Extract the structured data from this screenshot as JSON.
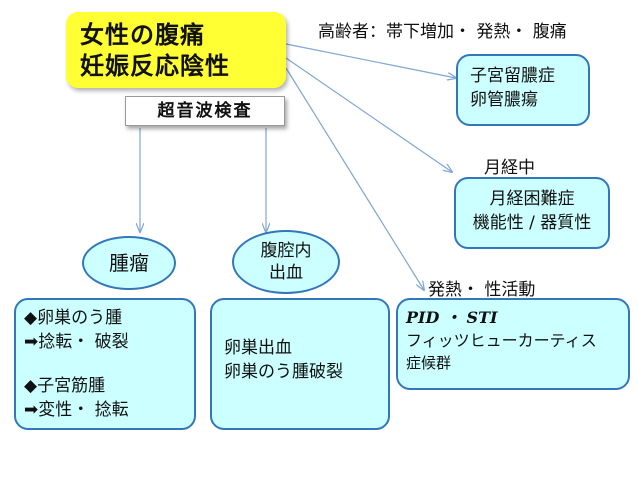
{
  "title": {
    "line1": "女性の腹痛",
    "line2": "妊娠反応陰性"
  },
  "exam_label": "超音波検査",
  "labels": {
    "elderly": "高齢者：帯下増加・ 発熱・ 腹痛",
    "menstrual": "月経中",
    "fever_sexual": "発熱・ 性活動"
  },
  "boxes": {
    "pyometra": {
      "line1": "子宮留膿症",
      "line2": "卵管膿瘍"
    },
    "dysmenorrhea": {
      "line1": "月経困難症",
      "line2": "機能性 / 器質性"
    },
    "tumor_ellipse": "腫瘤",
    "bleeding_ellipse": {
      "line1": "腹腔内",
      "line2": "出血"
    },
    "tumor_detail": {
      "item1_bullet": "◆",
      "item1": "卵巣のう腫",
      "item1_sub_arrow": "➡",
      "item1_sub": "捻転・ 破裂",
      "item2_bullet": "◆",
      "item2": "子宮筋腫",
      "item2_sub_arrow": "➡",
      "item2_sub": "変性・ 捻転"
    },
    "bleeding_detail": {
      "line1": "卵巣出血",
      "line2": "卵巣のう腫破裂"
    },
    "pid": {
      "line1": "PID ・ STI",
      "line2": "フィッツヒューカーティス",
      "line3": "症候群"
    }
  },
  "colors": {
    "title_bg": "#ffff33",
    "box_bg": "#ccffff",
    "box_border": "#3377bb",
    "arrow": "#7fa6d4"
  }
}
